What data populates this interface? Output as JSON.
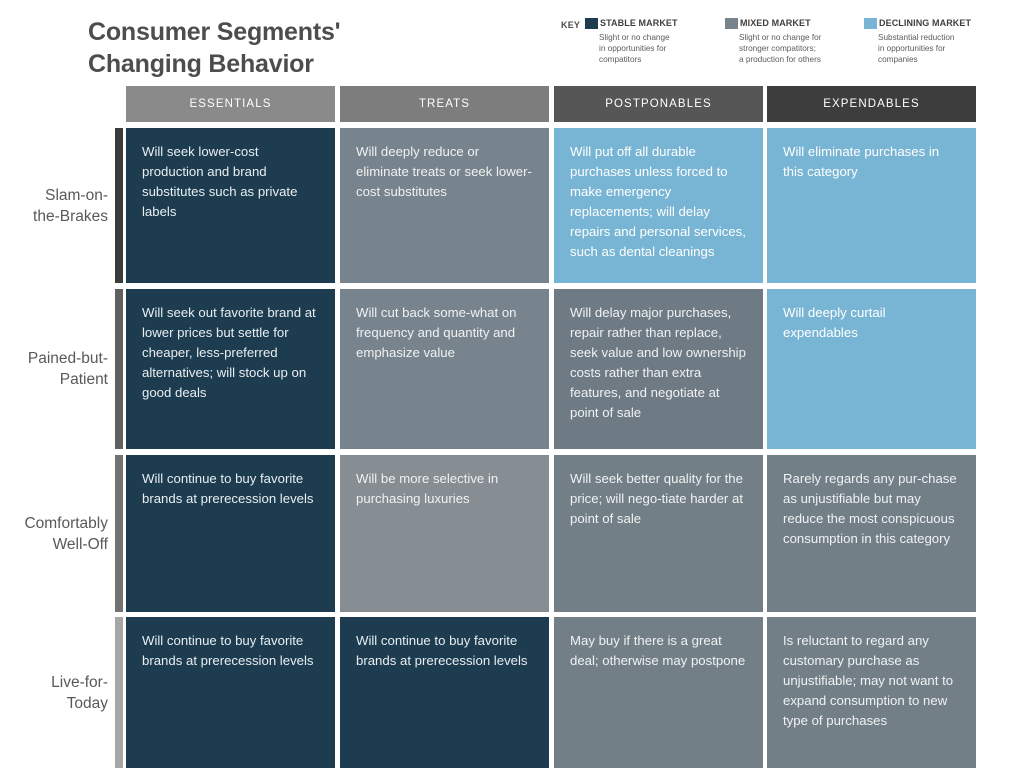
{
  "title": {
    "line1": "Consumer Segments'",
    "line2": "Changing Behavior"
  },
  "legend": {
    "key_label": "KEY",
    "items": [
      {
        "name": "stable-market",
        "title": "STABLE MARKET",
        "color": "#1e3c50",
        "desc_lines": [
          "Slight or no change",
          "in opportunities for",
          "compatitors"
        ]
      },
      {
        "name": "mixed-market",
        "title": "MIXED MARKET",
        "color": "#78848d",
        "desc_lines": [
          "Slight or no change for",
          "stronger compatitors;",
          "a production for others"
        ]
      },
      {
        "name": "declining-market",
        "title": "DECLINING MARKET",
        "color": "#78b5d4",
        "desc_lines": [
          "Substantial reduction",
          "in opportunities for",
          "companies"
        ]
      }
    ]
  },
  "columns": [
    {
      "label": "ESSENTIALS",
      "header_color": "#8a8a8a"
    },
    {
      "label": "TREATS",
      "header_color": "#7d7d7d"
    },
    {
      "label": "POSTPONABLES",
      "header_color": "#565656"
    },
    {
      "label": "EXPENDABLES",
      "header_color": "#3d3d3d"
    }
  ],
  "rows": [
    {
      "label_lines": [
        "Slam-on-",
        "the-Brakes"
      ],
      "bar_color": "#3b3b3b",
      "cells": [
        {
          "market": "stable",
          "color": "#1e3c50",
          "text": "Will seek lower-cost production and brand substitutes such as private labels"
        },
        {
          "market": "mixed",
          "color": "#78848d",
          "text": "Will deeply reduce or eliminate treats or seek lower-cost substitutes"
        },
        {
          "market": "declining",
          "color": "#78b5d4",
          "text": "Will put off all durable purchases unless forced to make emergency replacements; will delay repairs and personal services, such as dental cleanings"
        },
        {
          "market": "declining",
          "color": "#78b5d4",
          "text": "Will eliminate purchases in this category"
        }
      ]
    },
    {
      "label_lines": [
        "Pained-but-",
        "Patient"
      ],
      "bar_color": "#5f5f5f",
      "cells": [
        {
          "market": "stable",
          "color": "#1e3c50",
          "text": "Will seek out favorite brand at lower prices but settle for cheaper, less-preferred alternatives; will stock up on good deals"
        },
        {
          "market": "mixed",
          "color": "#78848d",
          "text": "Will cut back some-what on frequency and quantity and emphasize value"
        },
        {
          "market": "mixed",
          "color": "#6f7b84",
          "text": "Will delay major purchases, repair rather than replace, seek value and low ownership costs rather than extra features, and negotiate at point of sale"
        },
        {
          "market": "declining",
          "color": "#78b5d4",
          "text": "Will deeply curtail expendables"
        }
      ]
    },
    {
      "label_lines": [
        "Comfortably",
        "Well-Off"
      ],
      "bar_color": "#727272",
      "cells": [
        {
          "market": "stable",
          "color": "#1e3c50",
          "text": "Will continue to buy favorite brands at prerecession levels"
        },
        {
          "market": "mixed",
          "color": "#868d93",
          "text": "Will be more selective in purchasing luxuries"
        },
        {
          "market": "mixed",
          "color": "#727f87",
          "text": "Will seek better quality for the price; will nego-tiate harder at point of sale"
        },
        {
          "market": "mixed",
          "color": "#727f87",
          "text": "Rarely regards any pur-chase as unjustifiable but may reduce the most conspicuous consumption in this category"
        }
      ]
    },
    {
      "label_lines": [
        "Live-for-",
        "Today"
      ],
      "bar_color": "#a6a6a6",
      "cells": [
        {
          "market": "stable",
          "color": "#1e3c50",
          "text": "Will continue to buy favorite brands at prerecession levels"
        },
        {
          "market": "stable",
          "color": "#1e3c50",
          "text": "Will continue to buy favorite brands at prerecession levels"
        },
        {
          "market": "mixed",
          "color": "#727f87",
          "text": "May buy if there is a great deal; otherwise may postpone"
        },
        {
          "market": "mixed",
          "color": "#727f87",
          "text": "Is reluctant to regard any customary purchase as unjustifiable; may not want to expand consumption to new type of purchases"
        }
      ]
    }
  ]
}
